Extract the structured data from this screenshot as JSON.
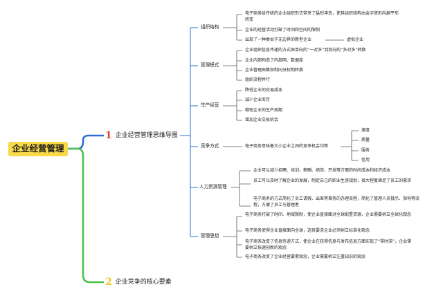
{
  "root": "企业经营管理",
  "branch1": {
    "number": "1",
    "title": "企业经营管理思维导图",
    "number_color": "#e0453a",
    "children": [
      {
        "label": "组织结构",
        "items": [
          "电子商务给传统的企业组织形式带来了猛烈冲击，使其组织结构由金字塔形向扁平形转变",
          "企业的经营活动打破了时间和空间的限制",
          "出现了一种类似于无边界的新型企业",
          "虚拟企业"
        ]
      },
      {
        "label": "管理模式",
        "items": [
          "企业组织信息传递的方式由单向的“一对多”到双向的“多对多”转换",
          "企业内部构造了内部网、数据库",
          "企业管理由集权制向分权制转换",
          "组织流程并行"
        ]
      },
      {
        "label": "生产经营",
        "items": [
          "降低企业的交易成本",
          "减少企业库存",
          "缩短企业的生产周期",
          "增加企业交易机会"
        ]
      },
      {
        "label": "竞争方式",
        "items": [
          "电子商务意味着大小企业之间的竞争机会均等"
        ],
        "sub_items": [
          "速度",
          "质量",
          "服务",
          "信用"
        ]
      },
      {
        "label": "人力资源管理",
        "items": [
          "企业可以减少招聘、培训、薪酬、绩效、开发等方面的时间成本和经济成本",
          "员工可以及时了解企业的发展，制定自己的职业生涯规划，很大程度满足了员工的需求",
          "电子商务的方式简化了员工请假、出差等事务的办理流程，简化了管理人员批示、指导等流程，方便了员工与管理者"
        ]
      },
      {
        "label": "管理思想",
        "items": [
          "电子商务打破了时间、地域限制，使企业直接面对全球配置资源，企业需要树立全球化观念",
          "电子商务使得企业直接面向全球，这就要求企业必须树立标准化观念",
          "电子商务改变了信息传递方式，使企业在获得信息与发布信息方面实现了“零时滞”，企业需要树立快速创新的观念",
          "电子商务改变了企业经营要素观念，企业需要树立注重知识的观念"
        ]
      }
    ]
  },
  "branch2": {
    "number": "2",
    "title": "企业竞争的核心要素",
    "number_color": "#f0c419"
  },
  "colors": {
    "root_fill": "#f8d94a",
    "branch1_line": "#2a6fd6",
    "branch2_line": "#4cc24c",
    "child_line": "#2a6fd6",
    "sub_line": "#555555"
  }
}
